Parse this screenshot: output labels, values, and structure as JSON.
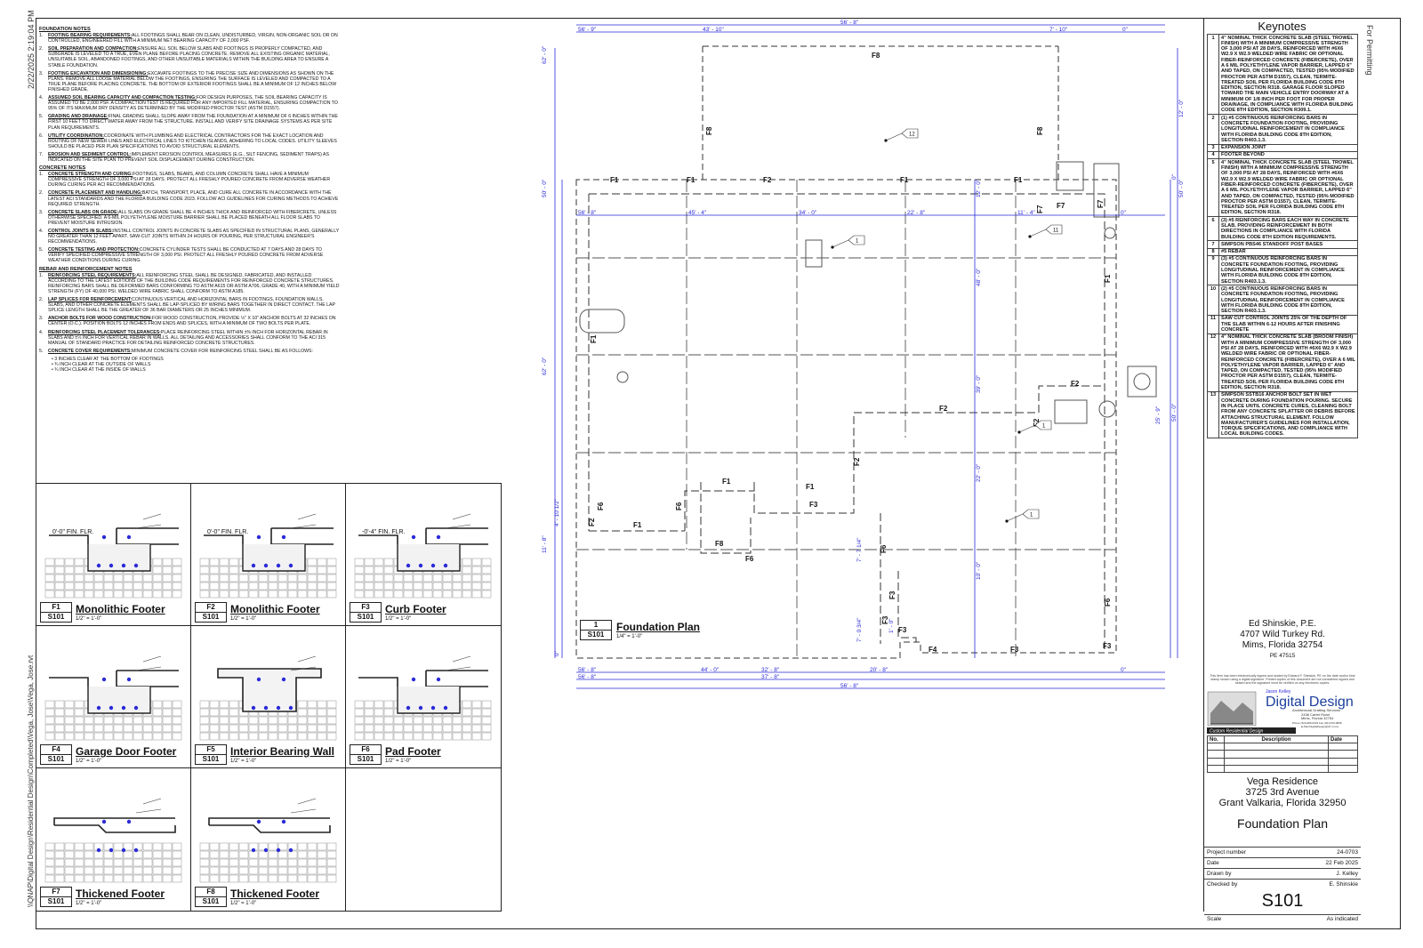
{
  "stamp": {
    "datetime": "2/22/2025 2:19:04 PM",
    "filepath": "\\\\QNAP\\Digital Design\\Residential Design\\Completed\\Vega, Jose\\Vega, Jose.rvt",
    "permit": "For Permitting"
  },
  "notes": {
    "foundation_heading": "FOUNDATION NOTES",
    "foundation": [
      {
        "n": "1.",
        "title": "FOOTING BEARING REQUIREMENTS:",
        "text": "ALL FOOTINGS SHALL BEAR ON CLEAN, UNDISTURBED, VIRGIN, NON-ORGANIC SOIL OR ON CONTROLLED, ENGINEERED FILL WITH A MINIMUM NET BEARING CAPACITY OF 2,000 PSF."
      },
      {
        "n": "2.",
        "title": "SOIL PREPARATION AND COMPACTION:",
        "text": "ENSURE ALL SOIL BELOW SLABS AND FOOTINGS IS PROPERLY COMPACTED, AND SUBGRADE IS LEVELED TO A TRUE, EVEN PLANE BEFORE PLACING CONCRETE. REMOVE ALL EXISTING ORGANIC MATERIAL, UNSUITABLE SOIL, ABANDONED FOOTINGS, AND OTHER UNSUITABLE MATERIALS WITHIN THE BUILDING AREA TO ENSURE A STABLE FOUNDATION."
      },
      {
        "n": "3.",
        "title": "FOOTING EXCAVATION AND DIMENSIONING:",
        "text": "EXCAVATE FOOTINGS TO THE PRECISE SIZE AND DIMENSIONS AS SHOWN ON THE PLANS. REMOVE ALL LOOSE MATERIAL BELOW THE FOOTINGS, ENSURING THE SURFACE IS LEVELED AND COMPACTED TO A TRUE PLANE BEFORE PLACING CONCRETE. THE BOTTOM OF EXTERIOR FOOTINGS SHALL BE A MINIMUM OF 12 INCHES BELOW FINISHED GRADE."
      },
      {
        "n": "4.",
        "title": "ASSUMED SOIL BEARING CAPACITY AND COMPACTION TESTING:",
        "text": "FOR DESIGN PURPOSES, THE SOIL BEARING CAPACITY IS ASSUMED TO BE 2,000 PSF. A COMPACTION TEST IS REQUIRED FOR ANY IMPORTED FILL MATERIAL, ENSURING COMPACTION TO 95% OF ITS MAXIMUM DRY DENSITY AS DETERMINED BY THE MODIFIED PROCTOR TEST (ASTM D1557)."
      },
      {
        "n": "5.",
        "title": "GRADING AND DRAINAGE:",
        "text": "FINAL GRADING SHALL SLOPE AWAY FROM THE FOUNDATION AT A MINIMUM OF 6 INCHES WITHIN THE FIRST 10 FEET TO DIRECT WATER AWAY FROM THE STRUCTURE. INSTALL AND VERIFY SITE DRAINAGE SYSTEMS AS PER SITE PLAN REQUIREMENTS."
      },
      {
        "n": "6.",
        "title": "UTILITY COORDINATION:",
        "text": "COORDINATE WITH PLUMBING AND ELECTRICAL CONTRACTORS FOR THE EXACT LOCATION AND ROUTING OF NEW SEWER LINES AND ELECTRICAL LINES TO KITCHEN ISLANDS, ADHERING TO LOCAL CODES. UTILITY SLEEVES SHOULD BE PLACED PER PLAN SPECIFICATIONS TO AVOID STRUCTURAL ELEMENTS."
      },
      {
        "n": "7.",
        "title": "EROSION AND SEDIMENT CONTROL:",
        "text": "IMPLEMENT EROSION CONTROL MEASURES (E.G., SILT FENCING, SEDIMENT TRAPS) AS INDICATED ON THE SITE PLAN TO PREVENT SOIL DISPLACEMENT DURING CONSTRUCTION."
      }
    ],
    "concrete_heading": "CONCRETE NOTES",
    "concrete": [
      {
        "n": "1.",
        "title": "CONCRETE STRENGTH AND CURING:",
        "text": "FOOTINGS, SLABS, BEAMS, AND COLUMN CONCRETE SHALL HAVE A MINIMUM COMPRESSIVE STRENGTH OF 3,000 PSI AT 28 DAYS. PROTECT ALL FRESHLY POURED CONCRETE FROM ADVERSE WEATHER DURING CURING PER ACI RECOMMENDATIONS."
      },
      {
        "n": "2.",
        "title": "CONCRETE PLACEMENT AND HANDLING:",
        "text": "BATCH, TRANSPORT, PLACE, AND CURE ALL CONCRETE IN ACCORDANCE WITH THE LATEST ACI STANDARDS AND THE FLORIDA BUILDING CODE 2023. FOLLOW ACI GUIDELINES FOR CURING METHODS TO ACHIEVE REQUIRED STRENGTH."
      },
      {
        "n": "3.",
        "title": "CONCRETE SLABS ON GRADE:",
        "text": "ALL SLABS ON GRADE SHALL BE 4 INCHES THICK AND REINFORCED WITH FIBERCRETE. UNLESS OTHERWISE SPECIFIED. A 6-MIL POLYETHYLENE MOISTURE BARRIER SHALL BE PLACED BENEATH ALL FLOOR SLABS TO PREVENT MOISTURE INTRUSION."
      },
      {
        "n": "4.",
        "title": "CONTROL JOINTS IN SLABS:",
        "text": "INSTALL CONTROL JOINTS IN CONCRETE SLABS AS SPECIFIED IN STRUCTURAL PLANS, GENERALLY NO GREATER THAN 12 FEET APART. SAW-CUT JOINTS WITHIN 24 HOURS OF POURING, PER STRUCTURAL ENGINEER'S RECOMMENDATIONS."
      },
      {
        "n": "5.",
        "title": "CONCRETE TESTING AND PROTECTION:",
        "text": "CONCRETE CYLINDER TESTS SHALL BE CONDUCTED AT 7 DAYS AND 28 DAYS TO VERIFY SPECIFIED COMPRESSIVE STRENGTH OF 3,000 PSI. PROTECT ALL FRESHLY POURED CONCRETE FROM ADVERSE WEATHER CONDITIONS DURING CURING."
      }
    ],
    "rebar_heading": "REBAR AND REINFORCEMENT NOTES",
    "rebar": [
      {
        "n": "1.",
        "title": "REINFORCING STEEL REQUIREMENTS:",
        "text": "ALL REINFORCING STEEL SHALL BE DESIGNED, FABRICATED, AND INSTALLED ACCORDING TO THE LATEST EDITIONS OF THE BUILDING CODE REQUIREMENTS FOR REINFORCED CONCRETE STRUCTURES. REINFORCING BARS SHALL BE DEFORMED BARS CONFORMING TO ASTM A615 OR ASTM A706, GRADE 40, WITH A MINIMUM YIELD STRENGTH (FY) OF 40,000 PSI. WELDED WIRE FABRIC SHALL CONFORM TO ASTM A185."
      },
      {
        "n": "2.",
        "title": "LAP SPLICES FOR REINFORCEMENT:",
        "text": "CONTINUOUS VERTICAL AND HORIZONTAL BARS IN FOOTINGS, FOUNDATION WALLS, SLABS, AND OTHER CONCRETE ELEMENTS SHALL BE LAP-SPLICED BY WIRING BARS TOGETHER IN DIRECT CONTACT. THE LAP SPLICE LENGTH SHALL BE THE GREATER OF 36 BAR DIAMETERS OR 25 INCHES MINIMUM."
      },
      {
        "n": "3.",
        "title": "ANCHOR BOLTS FOR WOOD CONSTRUCTION:",
        "text": "FOR WOOD CONSTRUCTION, PROVIDE ½\" X 10\" ANCHOR BOLTS AT 32 INCHES ON CENTER (O.C.). POSITION BOLTS 12 INCHES FROM ENDS AND SPLICES, WITH A MINIMUM OF TWO BOLTS PER PLATE."
      },
      {
        "n": "4.",
        "title": "REINFORCING STEEL PLACEMENT TOLERANCES:",
        "text": "PLACE REINFORCING STEEL WITHIN ±⅜ INCH FOR HORIZONTAL REBAR IN SLABS AND ±½ INCH FOR VERTICAL REBAR IN WALLS. ALL DETAILING AND ACCESSORIES SHALL CONFORM TO THE ACI 315 MANUAL OF STANDARD PRACTICE FOR DETAILING REINFORCED CONCRETE STRUCTURES."
      },
      {
        "n": "5.",
        "title": "CONCRETE COVER REQUIREMENTS:",
        "text": "MINIMUM CONCRETE COVER FOR REINFORCING STEEL SHALL BE AS FOLLOWS:"
      }
    ],
    "cover": [
      "3 INCHES CLEAR AT THE BOTTOM OF FOOTINGS",
      "¾ INCH CLEAR AT THE OUTSIDE OF WALLS",
      "¾ INCH CLEAR AT THE INSIDE OF WALLS"
    ]
  },
  "details": [
    {
      "id": "F1",
      "sheet": "S101",
      "title": "Monolithic Footer",
      "scale": "1/2\" = 1'-0\"",
      "elev": "0'-0\" FIN. FLR."
    },
    {
      "id": "F2",
      "sheet": "S101",
      "title": "Monolithic Footer",
      "scale": "1/2\" = 1'-0\"",
      "elev": "0'-0\" FIN. FLR."
    },
    {
      "id": "F3",
      "sheet": "S101",
      "title": "Curb Footer",
      "scale": "1/2\" = 1'-0\"",
      "elev": "-0'-4\" FIN. FLR."
    },
    {
      "id": "F4",
      "sheet": "S101",
      "title": "Garage Door Footer",
      "scale": "1/2\" = 1'-0\"",
      "elev": ""
    },
    {
      "id": "F5",
      "sheet": "S101",
      "title": "Interior Bearing Wall",
      "scale": "1/2\" = 1'-0\"",
      "elev": ""
    },
    {
      "id": "F6",
      "sheet": "S101",
      "title": "Pad Footer",
      "scale": "1/2\" = 1'-0\"",
      "elev": ""
    },
    {
      "id": "F7",
      "sheet": "S101",
      "title": "Thickened Footer",
      "scale": "1/2\" = 1'-0\"",
      "elev": ""
    },
    {
      "id": "F8",
      "sheet": "S101",
      "title": "Thickened Footer",
      "scale": "1/2\" = 1'-0\"",
      "elev": ""
    }
  ],
  "plan": {
    "tag_num": "1",
    "tag_sheet": "S101",
    "title": "Foundation Plan",
    "scale": "1/4\" = 1'-0\"",
    "dims": {
      "top_overall": "56' - 8\"",
      "top_left": "56' - 9\"",
      "top_mid": "43' - 10\"",
      "top_right": "7' - 10\"",
      "top_zero": "0\"",
      "row2_a": "56' - 8\"",
      "row2_b": "45' - 4\"",
      "row2_c": "34' - 0\"",
      "row2_d": "22' - 8\"",
      "row2_e": "11' - 4\"",
      "row2_zero": "0\"",
      "bot_a": "56' - 8\"",
      "bot_b": "44' - 0\"",
      "bot_c": "32' - 8\"",
      "bot_d": "20' - 8\"",
      "bot_zero": "0\"",
      "bot2_a": "56' - 8\"",
      "bot2_b": "37' - 8\"",
      "bot3": "56' - 8\"",
      "left_a": "62' - 0\"",
      "left_b": "50' - 0\"",
      "left_c": "62' - 0\"",
      "left_d": "4' - 10 1/2\"",
      "left_e": "11' - 8\"",
      "left_zero": "0\"",
      "right_a": "12' - 0\"",
      "right_b": "50' - 0\"",
      "right_c": "25' - 9\"",
      "right_d": "50' - 0\"",
      "right_zero": "0\"",
      "mid_a": "48' - 0\"",
      "mid_b": "39' - 0\"",
      "mid_c": "22' - 0\"",
      "mid_d": "10' - 0\"",
      "mid_e": "12' - 0\"",
      "v1": "7' - 7 1/4\"",
      "v2": "7' - 0 3/4\"",
      "v3": "1' - 0\""
    },
    "tags": [
      "F8",
      "F8",
      "F8",
      "F1",
      "F1",
      "F2",
      "F1",
      "F1",
      "F7",
      "F7",
      "F7",
      "F1",
      "F1",
      "F2",
      "F2",
      "F2",
      "F2",
      "F1",
      "F1",
      "F2",
      "F6",
      "F6",
      "F8",
      "F6",
      "F1",
      "F3",
      "F6",
      "F3",
      "F3",
      "F3",
      "F4",
      "F3",
      "F6",
      "F3"
    ],
    "keynote_callouts": [
      "12",
      "1",
      "11",
      "1",
      "1"
    ]
  },
  "keynotes": {
    "heading": "Keynotes",
    "items": [
      {
        "n": "1",
        "text": "4\" NOMINAL THICK CONCRETE SLAB (STEEL TROWEL FINISH) WITH A MINIMUM COMPRESSIVE STRENGTH OF 3,000 PSI AT 28 DAYS, REINFORCED WITH #6X6 W2.9 X W2.9 WELDED WIRE FABRIC OR OPTIONAL FIBER-REINFORCED CONCRETE (FIBERCRETE), OVER A 6 MIL POLYETHYLENE VAPOR BARRIER, LAPPED 6\" AND TAPED, ON COMPACTED, TESTED (95% MODIFIED PROCTOR PER ASTM D1557), CLEAN, TERMITE-TREATED SOIL PER FLORIDA BUILDING CODE 8TH EDITION, SECTION R318. GARAGE FLOOR SLOPED TOWARD THE MAIN VEHICLE ENTRY DOORWAY AT A MINIMUM OF 1/8 INCH PER FOOT FOR PROPER DRAINAGE, IN COMPLIANCE WITH FLORIDA BUILDING CODE 8TH EDITION, SECTION R309.1."
      },
      {
        "n": "2",
        "text": "(1) #5 CONTINUOUS REINFORCING BARS IN CONCRETE FOUNDATION FOOTING, PROVIDING LONGITUDINAL REINFORCEMENT IN COMPLIANCE WITH FLORIDA BUILDING CODE 8TH EDITION, SECTION R403.1.3."
      },
      {
        "n": "3",
        "text": "EXPANSION JOINT"
      },
      {
        "n": "4",
        "text": "FOOTER BEYOND"
      },
      {
        "n": "5",
        "text": "4\" NOMINAL THICK CONCRETE SLAB (STEEL TROWEL FINISH) WITH A MINIMUM COMPRESSIVE STRENGTH OF 3,000 PSI AT 28 DAYS, REINFORCED WITH #6X6 W2.9 X W2.9 WELDED WIRE FABRIC OR OPTIONAL FIBER-REINFORCED CONCRETE (FIBERCRETE), OVER A 6 MIL POLYETHYLENE VAPOR BARRIER, LAPPED 6\" AND TAPED, ON COMPACTED, TESTED (95% MODIFIED PROCTOR PER ASTM D1557), CLEAN, TERMITE-TREATED SOIL PER FLORIDA BUILDING CODE 8TH EDITION, SECTION R318."
      },
      {
        "n": "6",
        "text": "(3) #5 REINFORCING BARS EACH WAY IN CONCRETE SLAB, PROVIDING REINFORCEMENT IN BOTH DIRECTIONS IN COMPLIANCE WITH FLORIDA BUILDING CODE 8TH EDITION REQUIREMENTS."
      },
      {
        "n": "7",
        "text": "SIMPSON PBS46 STANDOFF POST BASES"
      },
      {
        "n": "8",
        "text": "#5 REBAR"
      },
      {
        "n": "9",
        "text": "(3) #5 CONTINUOUS REINFORCING BARS IN CONCRETE FOUNDATION FOOTING, PROVIDING LONGITUDINAL REINFORCEMENT IN COMPLIANCE WITH FLORIDA BUILDING CODE 8TH EDITION, SECTION R403.1.3."
      },
      {
        "n": "10",
        "text": "(2) #5 CONTINUOUS REINFORCING BARS IN CONCRETE FOUNDATION FOOTING, PROVIDING LONGITUDINAL REINFORCEMENT IN COMPLIANCE WITH FLORIDA BUILDING CODE 8TH EDITION, SECTION R403.1.3."
      },
      {
        "n": "11",
        "text": "SAW CUT CONTROL JOINTS 25% OF THE DEPTH OF THE SLAB WITHIN 6-12 HOURS AFTER FINISHING CONCRETE"
      },
      {
        "n": "12",
        "text": "4\" NOMINAL THICK CONCRETE SLAB (BROOM FINISH) WITH A MINIMUM COMPRESSIVE STRENGTH OF 3,000 PSI AT 28 DAYS, REINFORCED WITH #6X6 W2.9 X W2.9 WELDED WIRE FABRIC OR OPTIONAL FIBER-REINFORCED CONCRETE (FIBERCRETE), OVER A 6 MIL POLYETHYLENE VAPOR BARRIER, LAPPED 6\" AND TAPED, ON COMPACTED, TESTED (95% MODIFIED PROCTOR PER ASTM D1557), CLEAN, TERMITE-TREATED SOIL PER FLORIDA BUILDING CODE 8TH EDITION, SECTION R318."
      },
      {
        "n": "13",
        "text": "SIMPSON SSTB16 ANCHOR BOLT SET IN WET CONCRETE DURING FOUNDATION POURING. SECURE IN PLACE UNTIL CONCRETE CURES, CLEANING BOLT FROM ANY CONCRETE SPLATTER OR DEBRIS BEFORE ATTACHING STRUCTURAL ELEMENT. FOLLOW MANUFACTURER'S GUIDELINES FOR INSTALLATION, TORQUE SPECIFICATIONS, AND COMPLIANCE WITH LOCAL BUILDING CODES."
      }
    ]
  },
  "engineer": {
    "name": "Ed Shinskie, P.E.",
    "address1": "4707 Wild Turkey Rd.",
    "address2": "Mims, Florida 32754",
    "pe": "PE 47515",
    "fine_print": "This item has been electronically signed and sealed by Edward F. Shinskie, PE on the date and/or time stamp shown using a digital signature. Printed copies of this document are not considered signed and sealed and the signature must be verified on any electronic copies."
  },
  "logo": {
    "small": "Jason Kelley",
    "name": "Digital Design",
    "tagline": "Architectural Drafting Services",
    "addr1": "2438 Carter Road",
    "addr2": "Mims, Florida 32754",
    "contact": "Phone (321)289-6323 Fax (321)720-6868",
    "email": "E-Mail DigitalDesign@cfl.rr.com",
    "banner": "Custom Residential Design"
  },
  "revisions": {
    "headers": [
      "No.",
      "Description",
      "Date"
    ]
  },
  "project": {
    "name": "Vega Residence",
    "street": "3725 3rd Avenue",
    "city": "Grant Valkaria, Florida 32950",
    "sheet_title": "Foundation Plan",
    "number_label": "Project number",
    "number": "24-0703",
    "date_label": "Date",
    "date": "22 Feb 2025",
    "drawn_label": "Drawn by",
    "drawn": "J. Kelley",
    "checked_label": "Checked by",
    "checked": "E. Shinskie",
    "sheet": "S101",
    "scale_label": "Scale",
    "scale": "As indicated"
  },
  "colors": {
    "dim": "#2a2ad8",
    "line": "#222222",
    "dash": "#333333"
  }
}
